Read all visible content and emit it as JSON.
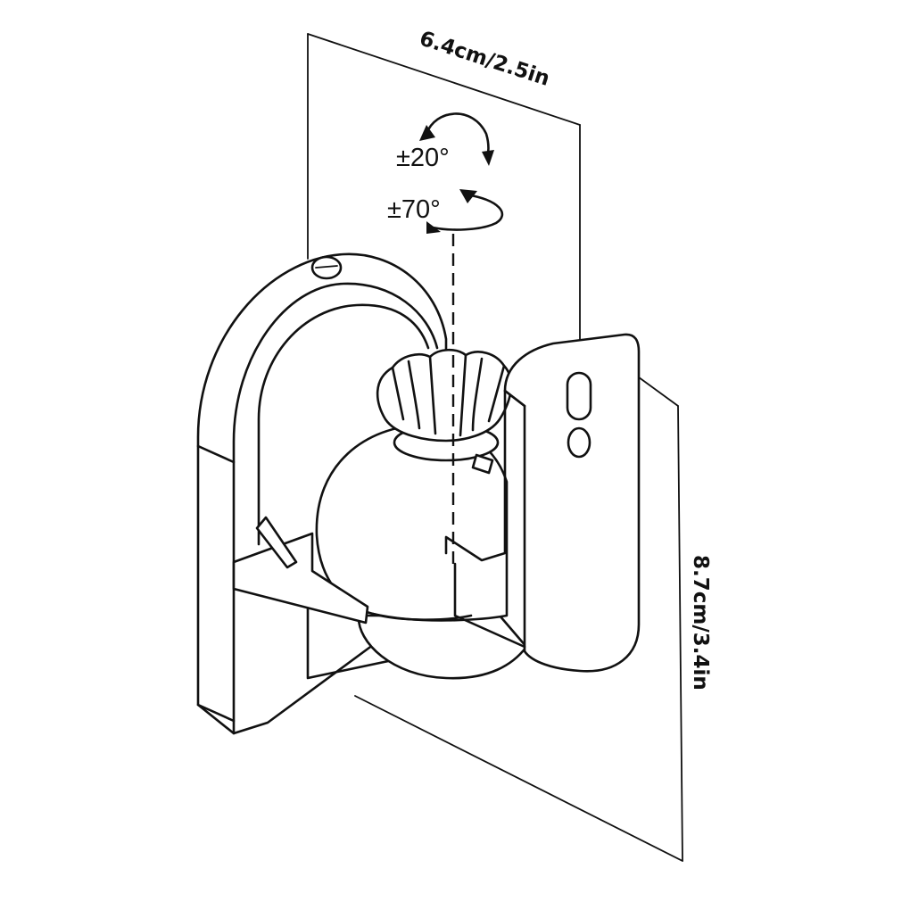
{
  "dimensions": {
    "width_label": "6.4cm/2.5in",
    "height_label": "8.7cm/3.4in"
  },
  "rotation": {
    "tilt_label": "±20°",
    "swivel_label": "±70°"
  }
}
